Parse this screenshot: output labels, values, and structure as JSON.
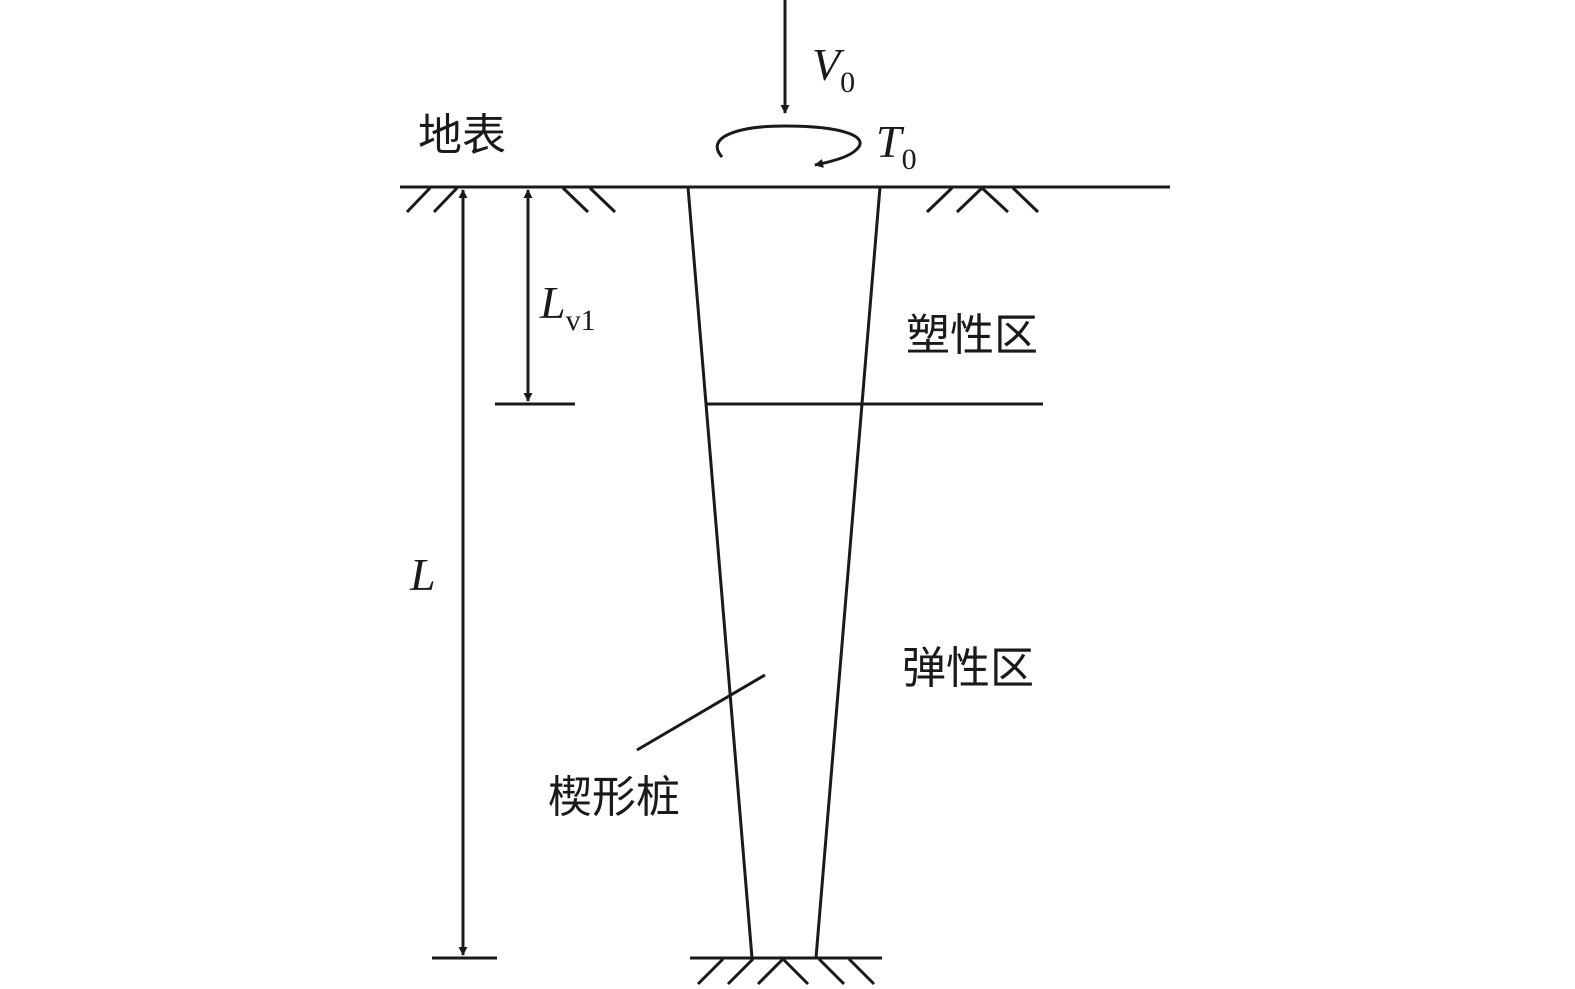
{
  "labels": {
    "ground_surface": "地表",
    "plastic_zone": "塑性区",
    "elastic_zone": "弹性区",
    "wedge_pile": "楔形桩"
  },
  "symbols": {
    "vertical_load": {
      "main": "V",
      "sub": "0"
    },
    "torque": {
      "main": "T",
      "sub": "0"
    },
    "plastic_depth": {
      "main": "L",
      "sub": "v1"
    },
    "pile_length": {
      "main": "L"
    }
  }
}
